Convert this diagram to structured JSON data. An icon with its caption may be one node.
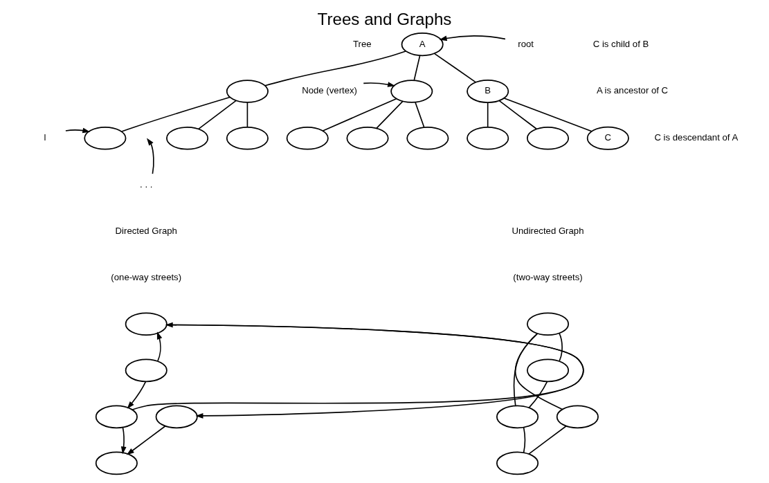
{
  "diagram": {
    "title": "Trees and Graphs",
    "nodes": [
      {
        "text": [
          "A"
        ]
      },
      {
        "text": [],
        "shape": "ellipse"
      },
      {
        "text": [],
        "shape": "ellipse"
      },
      {
        "text": [
          "B"
        ]
      },
      {
        "text": [],
        "shape": "ellipse"
      },
      {
        "text": [],
        "shape": "ellipse"
      },
      {
        "text": [],
        "shape": "ellipse"
      },
      {
        "text": [],
        "shape": "ellipse"
      },
      {
        "text": [],
        "shape": "ellipse"
      },
      {
        "text": [],
        "shape": "ellipse"
      },
      {
        "text": [],
        "shape": "ellipse"
      },
      {
        "text": [],
        "shape": "ellipse"
      },
      {
        "text": [
          "C"
        ]
      },
      {
        "text": [
          "root"
        ]
      },
      {
        "text": [
          "Node (vertex)"
        ]
      },
      {
        "text": [
          "l"
        ]
      },
      {
        "text": [
          ". . ."
        ]
      },
      {
        "text": [],
        "shape": "ellipse"
      },
      {
        "text": [],
        "shape": "ellipse"
      },
      {
        "text": [],
        "shape": "ellipse"
      },
      {
        "text": [],
        "shape": "ellipse"
      },
      {
        "text": [],
        "shape": "ellipse"
      },
      {
        "text": [],
        "shape": "ellipse"
      },
      {
        "text": [],
        "shape": "ellipse"
      },
      {
        "text": [],
        "shape": "ellipse"
      },
      {
        "text": [],
        "shape": "ellipse"
      },
      {
        "text": [],
        "shape": "ellipse"
      }
    ],
    "edges": [
      {
        "from": 0,
        "to": 1,
        "arrow": "none"
      },
      {
        "from": 0,
        "to": 2,
        "arrow": "none"
      },
      {
        "from": 0,
        "to": 3,
        "arrow": "none"
      },
      {
        "from": 1,
        "to": 4,
        "arrow": "none"
      },
      {
        "from": 1,
        "to": 5,
        "arrow": "none"
      },
      {
        "from": 1,
        "to": 6,
        "arrow": "none"
      },
      {
        "from": 2,
        "to": 7,
        "arrow": "none"
      },
      {
        "from": 2,
        "to": 8,
        "arrow": "none"
      },
      {
        "from": 2,
        "to": 9,
        "arrow": "none"
      },
      {
        "from": 3,
        "to": 10,
        "arrow": "none"
      },
      {
        "from": 3,
        "to": 11,
        "arrow": "none"
      },
      {
        "from": 3,
        "to": 12,
        "arrow": "none"
      },
      {
        "from": 13,
        "to": 0,
        "arrow": "to"
      },
      {
        "from": 14,
        "to": 2,
        "arrow": "to"
      },
      {
        "from": 15,
        "to": 4,
        "arrow": "to"
      },
      {
        "from": 16,
        "to": null,
        "arrow": "to"
      },
      {
        "from": 18,
        "to": 17,
        "arrow": "to"
      },
      {
        "from": 18,
        "to": 19,
        "arrow": "to"
      },
      {
        "from": 19,
        "to": 17,
        "arrow": "to"
      },
      {
        "from": 17,
        "to": 20,
        "arrow": "to"
      },
      {
        "from": 19,
        "to": 21,
        "arrow": "to"
      },
      {
        "from": 20,
        "to": 21,
        "arrow": "to"
      },
      {
        "from": 23,
        "to": 22,
        "arrow": "none"
      },
      {
        "from": 23,
        "to": 24,
        "arrow": "none"
      },
      {
        "from": 24,
        "to": 22,
        "arrow": "none"
      },
      {
        "from": 22,
        "to": 25,
        "arrow": "none"
      },
      {
        "from": 24,
        "to": 26,
        "arrow": "none"
      },
      {
        "from": 26,
        "to": 25,
        "arrow": "none"
      }
    ],
    "labels": [
      "Tree",
      "C is child of B",
      "A is ancestor of C",
      "C is descendant of A",
      "Directed Graph",
      "(one-way streets)",
      "Undirected Graph",
      "(two-way streets)"
    ]
  }
}
